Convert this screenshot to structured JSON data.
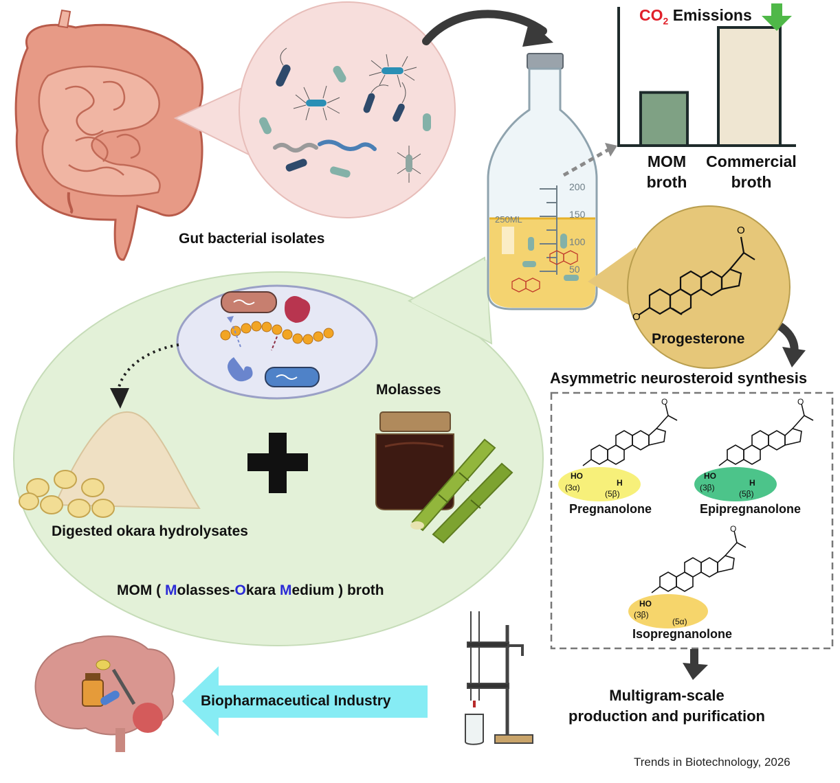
{
  "labels": {
    "gut": "Gut bacterial isolates",
    "co2_prefix": "CO",
    "co2_sub": "2",
    "co2_suffix": "Emissions",
    "chart_mom_line1": "MOM",
    "chart_mom_line2": "broth",
    "chart_commercial_line1": "Commercial",
    "chart_commercial_line2": "broth",
    "progesterone": "Progesterone",
    "asymmetric": "Asymmetric neurosteroid synthesis",
    "molasses": "Molasses",
    "okara": "Digested okara hydrolysates",
    "mom_prefix": "MOM ( ",
    "mom_M1": "M",
    "mom_olasses": "olasses-",
    "mom_O": "O",
    "mom_kara": "kara ",
    "mom_M2": "M",
    "mom_edium": "edium ) broth",
    "pregnanolone": "Pregnanolone",
    "epipregnanolone": "Epipregnanolone",
    "isopregnanolone": "Isopregnanolone",
    "multigram_line1": "Multigram-scale",
    "multigram_line2": "production and purification",
    "biopharma": "Biopharmaceutical Industry",
    "citation": "Trends in Biotechnology, 2026"
  },
  "flask_marks": [
    "200",
    "150",
    "100",
    "50"
  ],
  "flask_volume": "250ML",
  "stereo": {
    "preg_a": "(3α)",
    "preg_b": "(5β)",
    "epi_a": "(3β)",
    "epi_b": "(5β)",
    "iso_a": "(3β)",
    "iso_b": "(5α)",
    "ho": "HO",
    "h": "H",
    "o": "O"
  },
  "chart_data": {
    "type": "bar",
    "title": "CO2 Emissions",
    "categories": [
      "MOM broth",
      "Commercial broth"
    ],
    "values": [
      0.45,
      1.0
    ],
    "ylim": [
      0,
      1.2
    ],
    "colors": [
      "#7fa184",
      "#efe6d2"
    ],
    "ylabel": "",
    "xlabel": ""
  },
  "colors": {
    "green_region": "#e3f1d8",
    "pink_circle": "#f7dedc",
    "progesterone_circle": "#e6c779",
    "arrow_dark": "#3a3a3a",
    "biopharma_arrow": "#86ecf4",
    "pregnanolone_hl": "#f7f07a",
    "epipregnanolone_hl": "#4cc48a",
    "isopregnanolone_hl": "#f6d56b"
  }
}
